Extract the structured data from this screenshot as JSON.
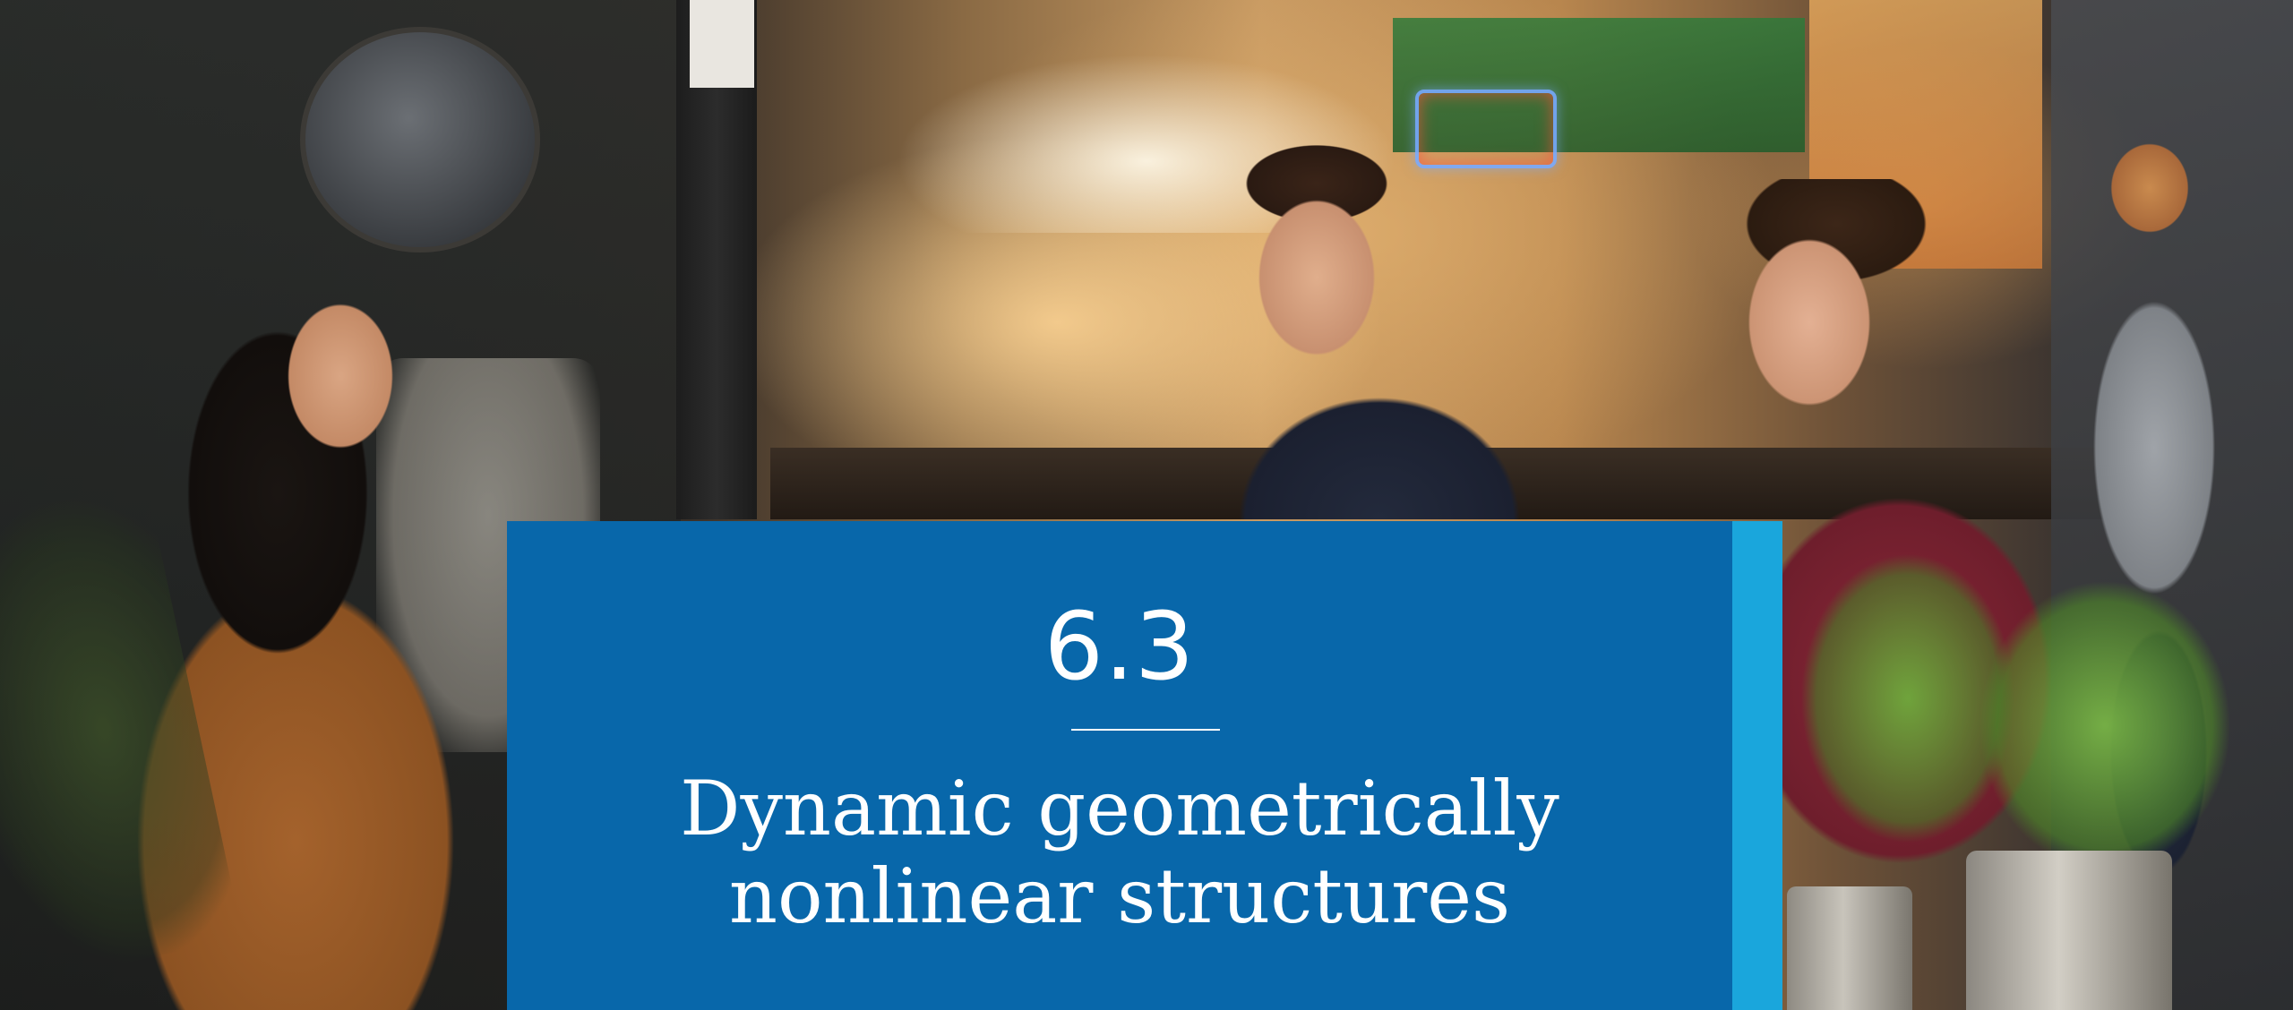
{
  "section": {
    "number": "6.3",
    "title_line_1": "Dynamic geometrically",
    "title_line_2": "nonlinear structures"
  },
  "colors": {
    "card_background": "#0867aa",
    "card_accent": "#1aa6dc",
    "text": "#ffffff"
  }
}
